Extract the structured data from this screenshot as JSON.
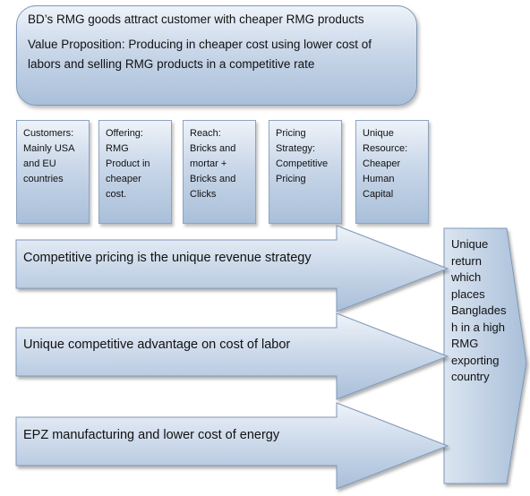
{
  "header": {
    "line1": "BD’s RMG goods attract customer with cheaper RMG products",
    "line2": "Value Proposition: Producing in cheaper cost using lower cost of labors and selling RMG products in a competitive rate"
  },
  "cards": [
    {
      "text": "Customers:\nMainly USA\nand EU\ncountries"
    },
    {
      "text": "Offering:\nRMG\nProduct in\ncheaper\ncost."
    },
    {
      "text": "Reach:\nBricks and\nmortar +\nBricks and\nClicks"
    },
    {
      "text": "Pricing\nStrategy:\nCompetitive\nPricing"
    },
    {
      "text": "Unique\nResource:\nCheaper\nHuman Capital"
    }
  ],
  "arrows": [
    {
      "label": "Competitive pricing is the unique revenue strategy"
    },
    {
      "label": "Unique competitive advantage on cost of labor"
    },
    {
      "label": "EPZ manufacturing and lower cost of energy"
    }
  ],
  "result": {
    "text": "Unique\nreturn\nwhich\nplaces\nBanglades\nh in a high\nRMG\nexporting\ncountry"
  },
  "colors": {
    "fill_light": "#eef3f9",
    "fill_dark": "#a9bfd9",
    "border": "#7f97b8"
  }
}
